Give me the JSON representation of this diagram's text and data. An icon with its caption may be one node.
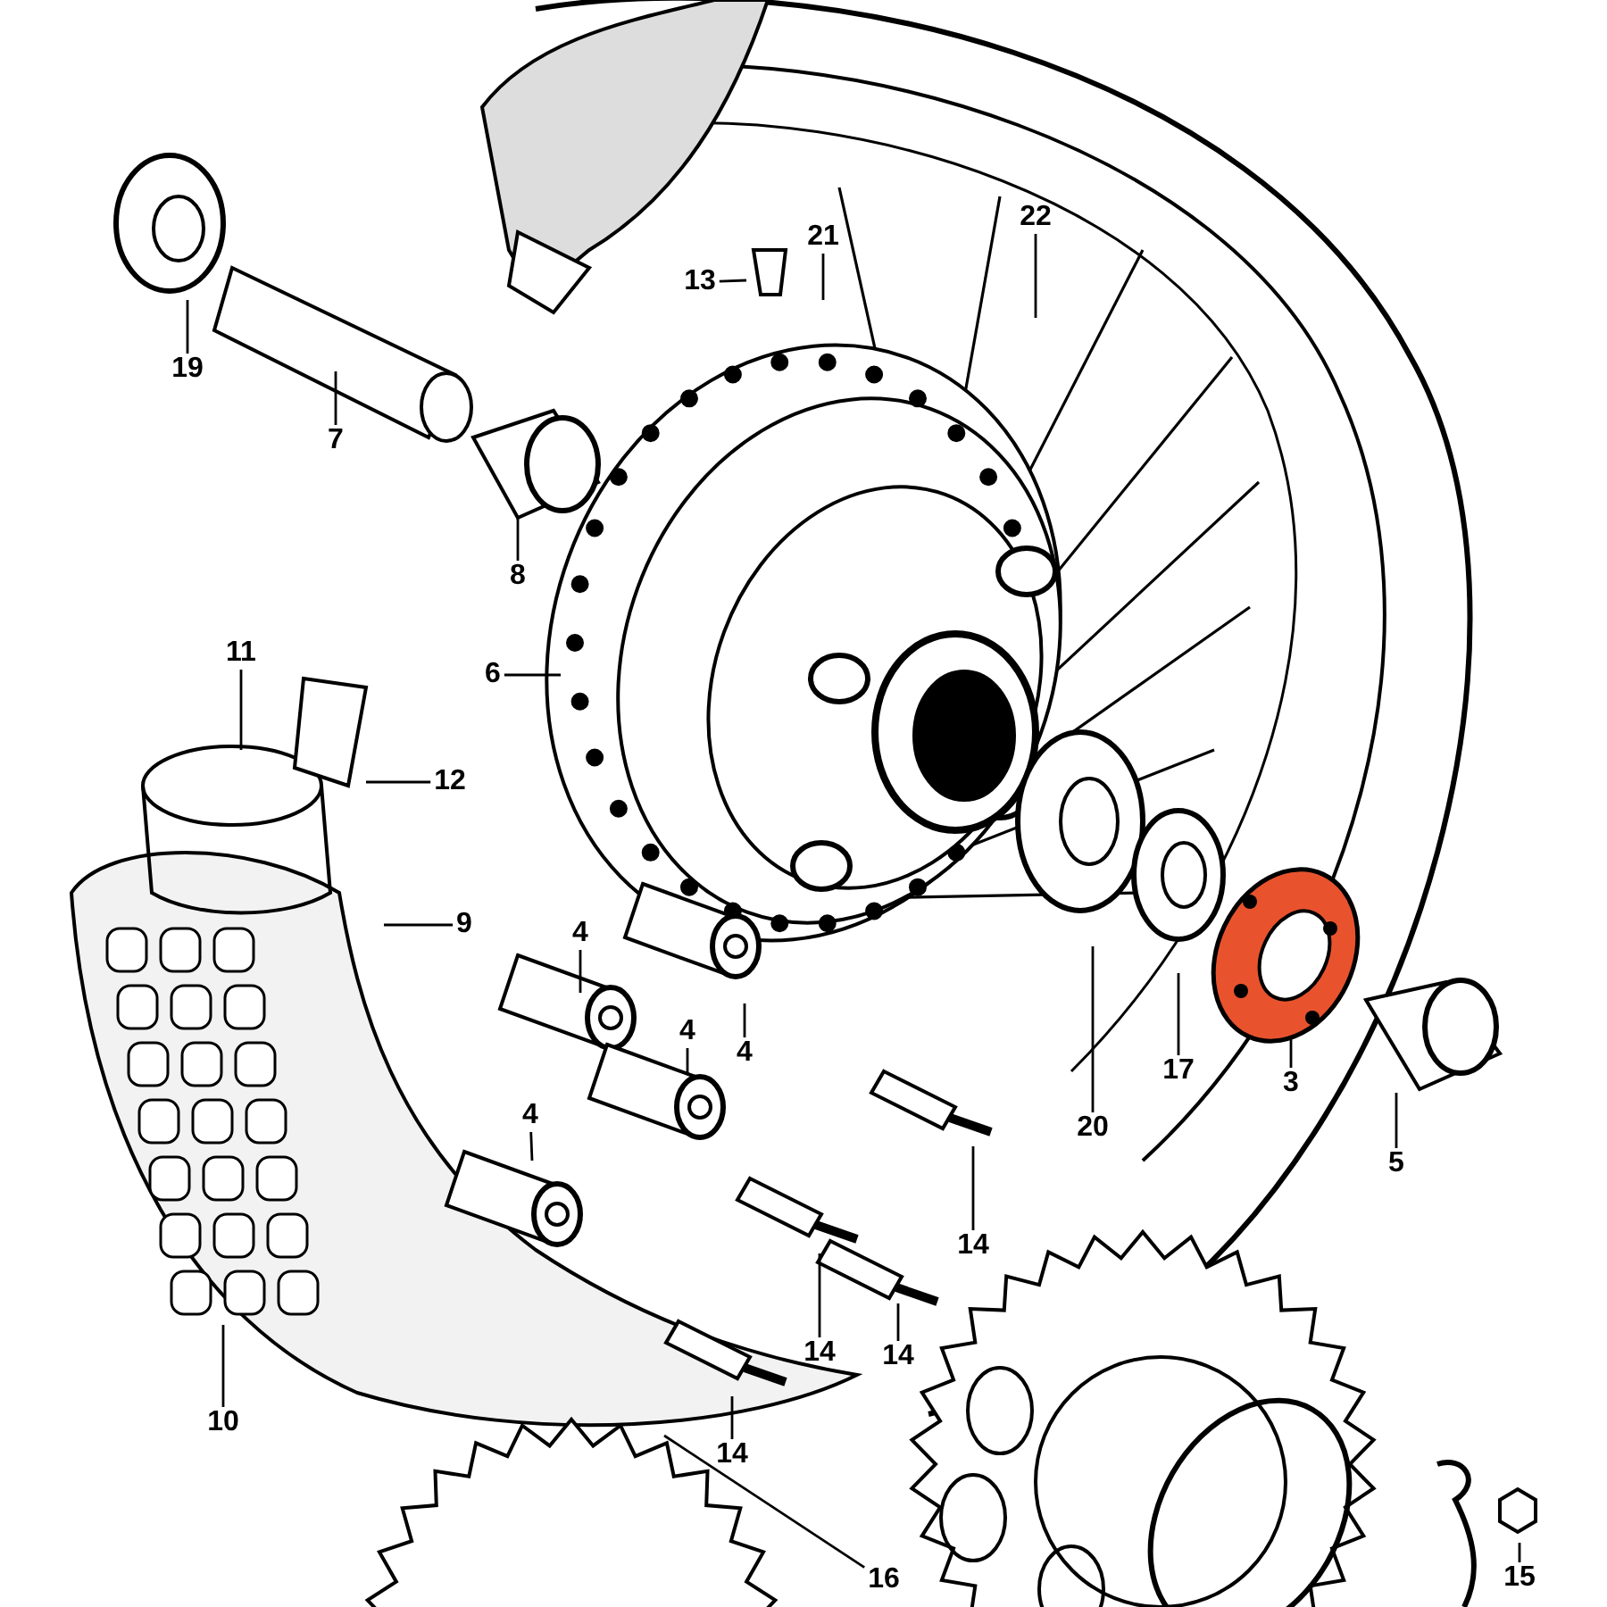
{
  "diagram": {
    "nodes": [
      {
        "text": [
          "19"
        ]
      },
      {
        "text": [
          "7"
        ]
      },
      {
        "text": [
          "13"
        ]
      },
      {
        "text": [
          "21"
        ]
      },
      {
        "text": [
          "22"
        ]
      },
      {
        "text": [
          "8"
        ]
      },
      {
        "text": [
          "11"
        ]
      },
      {
        "text": [
          "6"
        ]
      },
      {
        "text": [
          "12"
        ]
      },
      {
        "text": [
          "9"
        ]
      },
      {
        "text": [
          "4"
        ]
      },
      {
        "text": [
          "4"
        ]
      },
      {
        "text": [
          "4"
        ]
      },
      {
        "text": [
          "4"
        ]
      },
      {
        "text": [
          "17"
        ]
      },
      {
        "text": [
          "20"
        ]
      },
      {
        "text": [
          "3"
        ]
      },
      {
        "text": [
          "5"
        ]
      },
      {
        "text": [
          "14"
        ]
      },
      {
        "text": [
          "14"
        ]
      },
      {
        "text": [
          "14"
        ]
      },
      {
        "text": [
          "14"
        ]
      },
      {
        "text": [
          "10"
        ]
      },
      {
        "text": [
          "16"
        ]
      },
      {
        "text": [
          "15"
        ]
      }
    ],
    "edges": [
      {
        "from": 0,
        "to": null,
        "arrow": "none"
      },
      {
        "from": 1,
        "to": null,
        "arrow": "none"
      },
      {
        "from": 2,
        "to": null,
        "arrow": "none"
      },
      {
        "from": 3,
        "to": null,
        "arrow": "none"
      },
      {
        "from": 4,
        "to": null,
        "arrow": "none"
      },
      {
        "from": 5,
        "to": null,
        "arrow": "none"
      },
      {
        "from": 6,
        "to": null,
        "arrow": "none"
      },
      {
        "from": 7,
        "to": null,
        "arrow": "none"
      },
      {
        "from": 8,
        "to": null,
        "arrow": "none"
      },
      {
        "from": 9,
        "to": null,
        "arrow": "none"
      },
      {
        "from": 10,
        "to": null,
        "arrow": "none"
      },
      {
        "from": 11,
        "to": null,
        "arrow": "none"
      },
      {
        "from": 12,
        "to": null,
        "arrow": "none"
      },
      {
        "from": 13,
        "to": null,
        "arrow": "none"
      },
      {
        "from": 14,
        "to": null,
        "arrow": "none"
      },
      {
        "from": 15,
        "to": null,
        "arrow": "none"
      },
      {
        "from": 16,
        "to": null,
        "arrow": "none"
      },
      {
        "from": 17,
        "to": null,
        "arrow": "none"
      },
      {
        "from": 18,
        "to": null,
        "arrow": "none"
      },
      {
        "from": 19,
        "to": null,
        "arrow": "none"
      },
      {
        "from": 20,
        "to": null,
        "arrow": "none"
      },
      {
        "from": 21,
        "to": null,
        "arrow": "none"
      },
      {
        "from": 22,
        "to": null,
        "arrow": "none"
      },
      {
        "from": 23,
        "to": null,
        "arrow": "none"
      },
      {
        "from": 24,
        "to": null,
        "arrow": "none"
      }
    ]
  }
}
